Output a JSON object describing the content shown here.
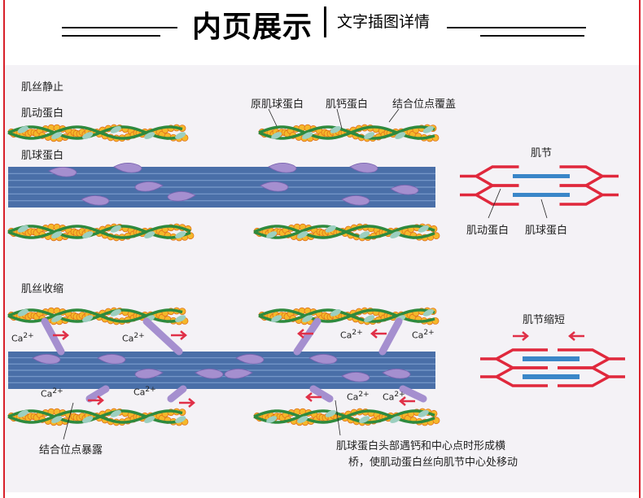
{
  "header": {
    "title": "内页展示",
    "subtitle": "文字插图详情"
  },
  "diagram": {
    "rest_title": "肌丝静止",
    "actin_label": "肌动蛋白",
    "myosin_label": "肌球蛋白",
    "tropomyosin_label": "原肌球蛋白",
    "troponin_label": "肌钙蛋白",
    "binding_covered_label": "结合位点覆盖",
    "sarcomere_label": "肌节",
    "sarcomere_actin_label": "肌动蛋白",
    "sarcomere_myosin_label": "肌球蛋白",
    "contract_title": "肌丝收缩",
    "sarcomere_short_label": "肌节缩短",
    "binding_exposed_label": "结合位点暴露",
    "caption_line1": "肌球蛋白头部遇钙和中心点时形成横",
    "caption_line2": "桥，使肌动蛋白丝向肌节中心处移动",
    "calcium": "Ca",
    "calcium_charge": "2+"
  },
  "colors": {
    "border": "#d8202a",
    "thick": "#4a6fa8",
    "head": "#a58fcf",
    "bead": "#f5b82a",
    "strand": "#2e8a3e",
    "arrow": "#e03048",
    "sarcomere_red": "#e0283c",
    "sarcomere_blue": "#3a86c8"
  }
}
